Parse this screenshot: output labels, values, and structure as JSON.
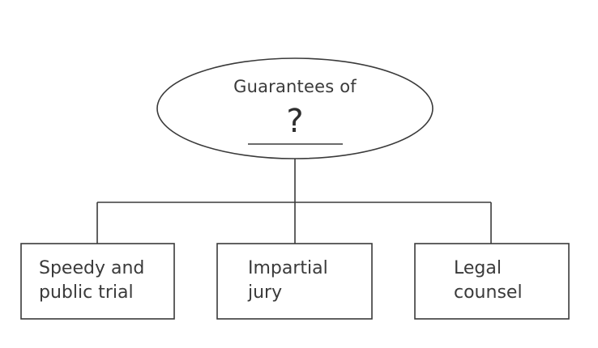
{
  "root": {
    "line1": "Guarantees of",
    "blank": "?"
  },
  "children": [
    {
      "line1": "Speedy and",
      "line2": "public trial"
    },
    {
      "line1": "Impartial",
      "line2": "jury"
    },
    {
      "line1": "Legal",
      "line2": "counsel"
    }
  ],
  "colors": {
    "stroke": "#3a3a3a",
    "text": "#3a3a3a"
  }
}
